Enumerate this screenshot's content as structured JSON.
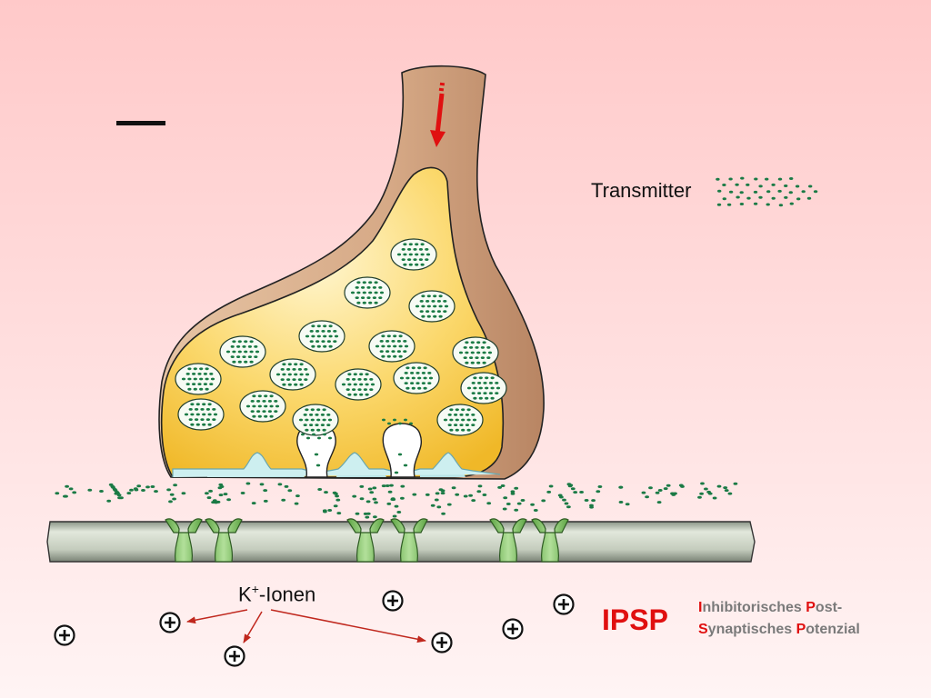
{
  "sign": "–",
  "legend": {
    "label": "Transmitter"
  },
  "ions": {
    "label_main": "K",
    "label_sup": "+",
    "label_tail": "-Ionen"
  },
  "ipsp": {
    "abbreviation": "IPSP",
    "line1": [
      {
        "text": "I",
        "highlight": true
      },
      {
        "text": "nhibitorisches ",
        "highlight": false
      },
      {
        "text": "P",
        "highlight": true
      },
      {
        "text": "ost-",
        "highlight": false
      }
    ],
    "line2": [
      {
        "text": "S",
        "highlight": true
      },
      {
        "text": "ynaptisches ",
        "highlight": false
      },
      {
        "text": "P",
        "highlight": true
      },
      {
        "text": "otenzial",
        "highlight": false
      }
    ]
  },
  "colors": {
    "axon": "#d8ae8c",
    "terminal": "#f1c23e",
    "vesicle": "#1a7a45",
    "membrane": "#c0c8ba",
    "receptor": "#7dbf5c",
    "cleft": "#b8e4e6",
    "arrow": "#e01010",
    "plus_sign": "#111111"
  }
}
